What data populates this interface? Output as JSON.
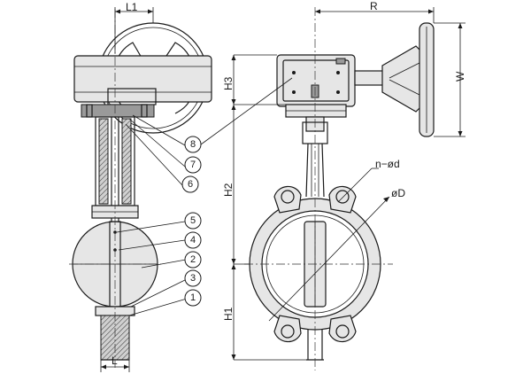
{
  "dimensions": {
    "L1": "L1",
    "L": "L",
    "R": "R",
    "W": "W",
    "H1": "H1",
    "H2": "H2",
    "H3": "H3",
    "nd": "n−ød",
    "D": "øD"
  },
  "callouts": [
    "1",
    "2",
    "3",
    "4",
    "5",
    "6",
    "7",
    "8"
  ]
}
